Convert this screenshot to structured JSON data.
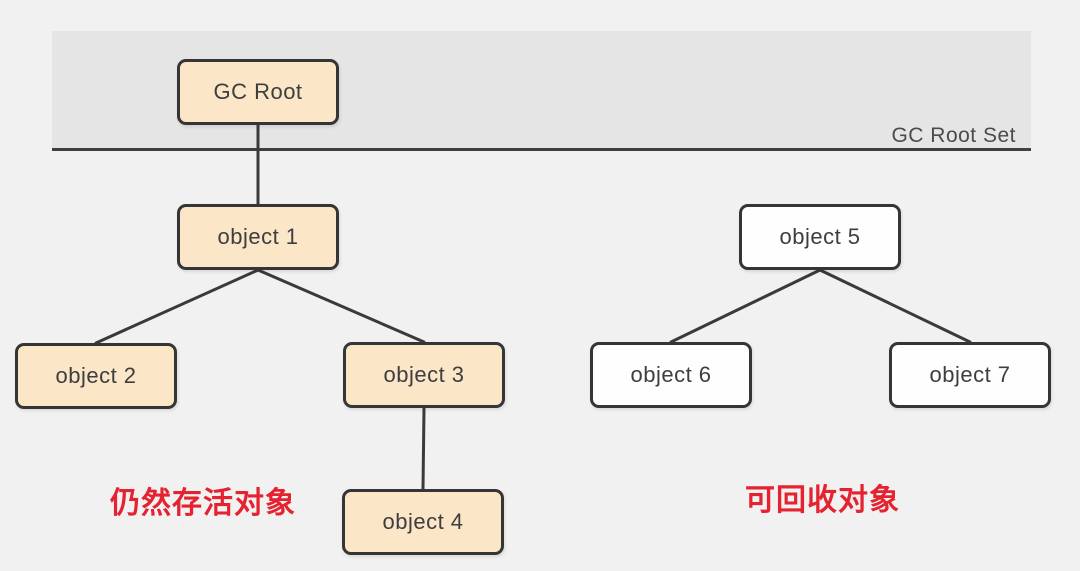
{
  "diagram": {
    "set_label": "GC Root Set",
    "captions": {
      "alive": "仍然存活对象",
      "recyclable": "可回收对象"
    },
    "nodes": [
      {
        "id": "gc-root",
        "label": "GC Root",
        "status": "alive"
      },
      {
        "id": "object-1",
        "label": "object 1",
        "status": "alive"
      },
      {
        "id": "object-2",
        "label": "object 2",
        "status": "alive"
      },
      {
        "id": "object-3",
        "label": "object 3",
        "status": "alive"
      },
      {
        "id": "object-4",
        "label": "object 4",
        "status": "alive"
      },
      {
        "id": "object-5",
        "label": "object 5",
        "status": "recyclable"
      },
      {
        "id": "object-6",
        "label": "object 6",
        "status": "recyclable"
      },
      {
        "id": "object-7",
        "label": "object 7",
        "status": "recyclable"
      }
    ],
    "edges": [
      {
        "from": "gc-root",
        "to": "object-1"
      },
      {
        "from": "object-1",
        "to": "object-2"
      },
      {
        "from": "object-1",
        "to": "object-3"
      },
      {
        "from": "object-3",
        "to": "object-4"
      },
      {
        "from": "object-5",
        "to": "object-6"
      },
      {
        "from": "object-5",
        "to": "object-7"
      }
    ],
    "colors": {
      "alive_fill": "#fbe6c8",
      "recyclable_fill": "#fefefe",
      "border": "#353535",
      "line": "#3a3a3a",
      "caption_red": "#e52230",
      "band_gray": "#e6e5e6",
      "background": "#f1f1f1"
    }
  }
}
